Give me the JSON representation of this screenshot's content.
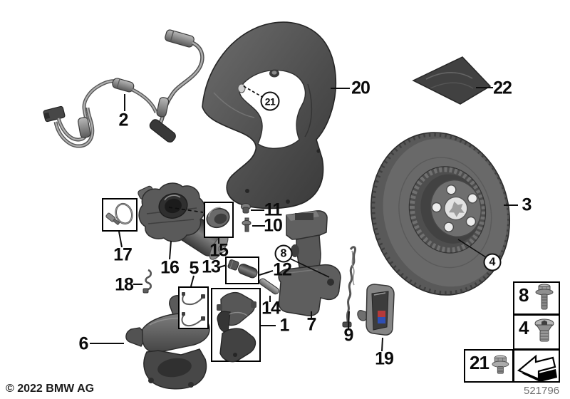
{
  "footer": {
    "copyright": "© 2022 BMW AG",
    "drawing_number": "521796"
  },
  "callouts": {
    "c1": "1",
    "c2": "2",
    "c3": "3",
    "c5": "5",
    "c6": "6",
    "c7": "7",
    "c9": "9",
    "c10": "10",
    "c11": "11",
    "c12": "12",
    "c13": "13",
    "c14": "14",
    "c15": "15",
    "c16": "16",
    "c17": "17",
    "c18": "18",
    "c19": "19",
    "c20": "20",
    "c22": "22"
  },
  "circled_callouts": {
    "c4": "4",
    "c8": "8",
    "c21": "21"
  },
  "legend": {
    "flange_bolt": "8",
    "countersunk_screw": "4",
    "hex_bolt_washer": "21"
  },
  "icons": {
    "legend_flange_bolt": "flange-bolt-icon",
    "legend_countersunk_screw": "countersunk-screw-icon",
    "legend_hex_bolt_washer": "hex-bolt-washer-icon",
    "legend_arrow": "direction-of-travel-arrow-icon"
  },
  "colors": {
    "line_black": "#000000",
    "part_gray": "#5f5f5f",
    "part_dark": "#3a3a3a",
    "m_stripe_red": "#b43a3a",
    "m_stripe_blue": "#2f4fb4"
  }
}
